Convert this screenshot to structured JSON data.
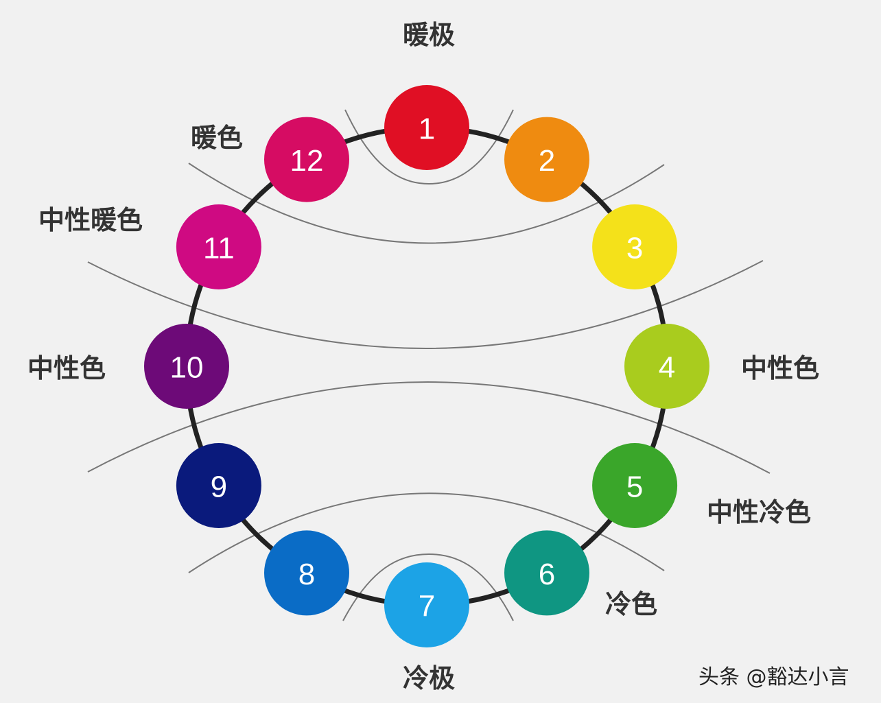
{
  "diagram": {
    "nodes": [
      {
        "id": "1",
        "label": "1",
        "color": "#e00f24"
      },
      {
        "id": "2",
        "label": "2",
        "color": "#ef8b10"
      },
      {
        "id": "3",
        "label": "3",
        "color": "#f4e11a"
      },
      {
        "id": "4",
        "label": "4",
        "color": "#a9cc1e"
      },
      {
        "id": "5",
        "label": "5",
        "color": "#3aa62a"
      },
      {
        "id": "6",
        "label": "6",
        "color": "#0f9682"
      },
      {
        "id": "7",
        "label": "7",
        "color": "#1ca3e6"
      },
      {
        "id": "8",
        "label": "8",
        "color": "#0a6cc6"
      },
      {
        "id": "9",
        "label": "9",
        "color": "#0a1a7c"
      },
      {
        "id": "10",
        "label": "10",
        "color": "#6d0a78"
      },
      {
        "id": "11",
        "label": "11",
        "color": "#cf0a82"
      },
      {
        "id": "12",
        "label": "12",
        "color": "#d60c63"
      }
    ],
    "labels": {
      "warm_pole": "暖极",
      "warm": "暖色",
      "neutral_warm": "中性暖色",
      "neutral_left": "中性色",
      "neutral_right": "中性色",
      "neutral_cool": "中性冷色",
      "cool": "冷色",
      "cool_pole": "冷极"
    },
    "ring_color": "#222222",
    "curve_color": "#777777"
  },
  "watermark": "头条 @豁达小言"
}
